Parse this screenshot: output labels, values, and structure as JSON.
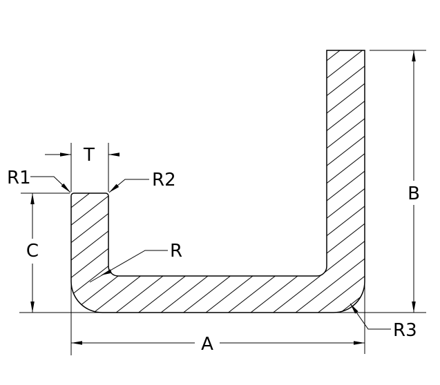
{
  "drawing": {
    "type": "technical-cross-section",
    "labels": {
      "T": "T",
      "R1": "R1",
      "R2": "R2",
      "C": "C",
      "R": "R",
      "A": "A",
      "B": "B",
      "R3": "R3"
    },
    "colors": {
      "line": "#000000",
      "background": "#ffffff"
    }
  }
}
